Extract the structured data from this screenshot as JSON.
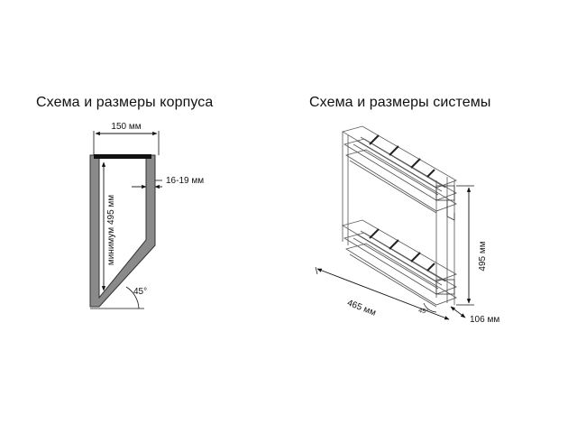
{
  "left": {
    "title": "Схема и размеры корпуса",
    "width_label": "150 мм",
    "wall_label": "16-19 мм",
    "height_label": "минимум 495 мм",
    "angle_label": "45°"
  },
  "right": {
    "title": "Схема и размеры системы",
    "height_label": "495 мм",
    "depth_label": "465 мм",
    "width_label": "106 мм",
    "angle_label": "45°"
  }
}
